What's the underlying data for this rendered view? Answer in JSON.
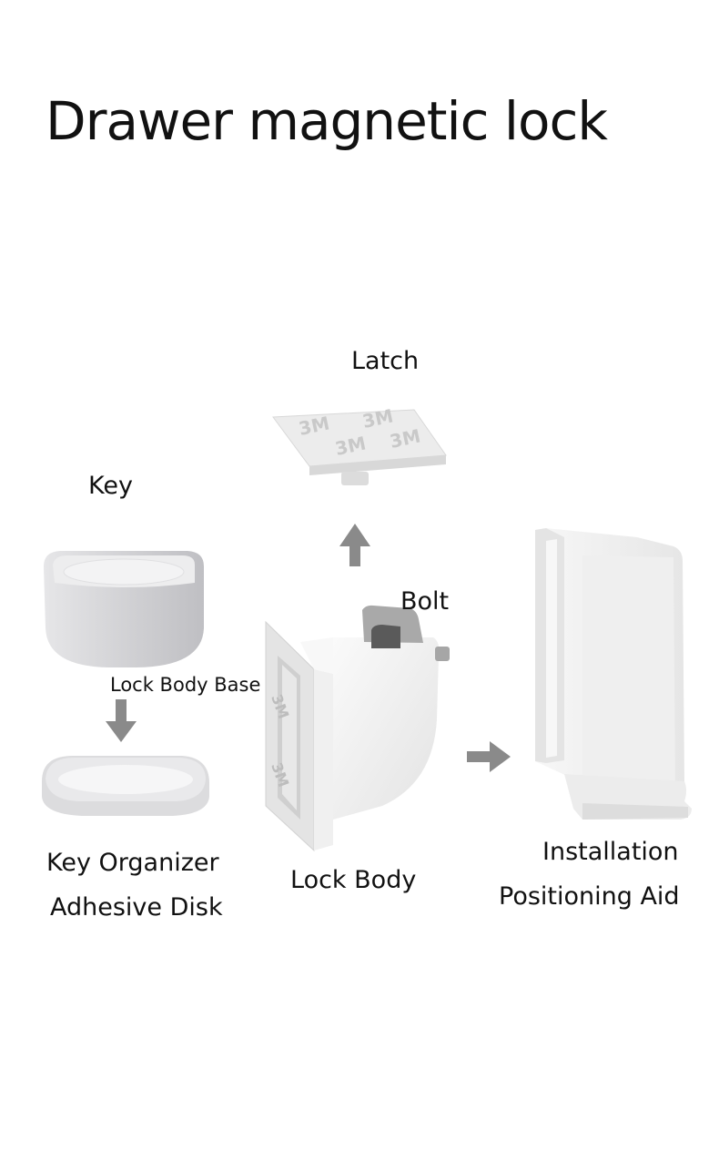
{
  "title": "Drawer magnetic lock",
  "labels": {
    "latch": "Latch",
    "key": "Key",
    "bolt": "Bolt",
    "lock_body_base": "Lock Body Base",
    "key_organizer_line1": "Key Organizer",
    "key_organizer_line2": "Adhesive Disk",
    "lock_body": "Lock Body",
    "installation_line1": "Installation",
    "installation_line2": "Positioning Aid"
  },
  "adhesive_text": "3M",
  "colors": {
    "arrow": "#8a8a8a",
    "part_white": "#f4f4f4",
    "part_shadow": "#d6d6d6",
    "key_gray": "#d9d9db",
    "adhesive": "#e2e2e2"
  }
}
